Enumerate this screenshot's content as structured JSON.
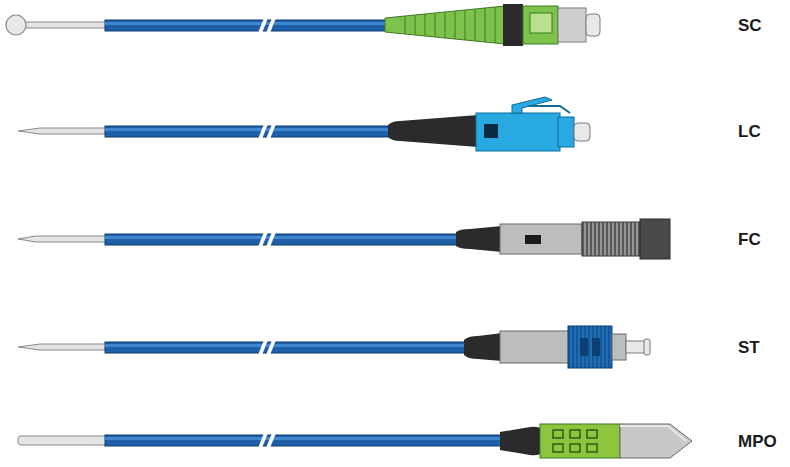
{
  "diagram": {
    "labels": [
      "SC",
      "LC",
      "FC",
      "ST",
      "MPO"
    ]
  }
}
